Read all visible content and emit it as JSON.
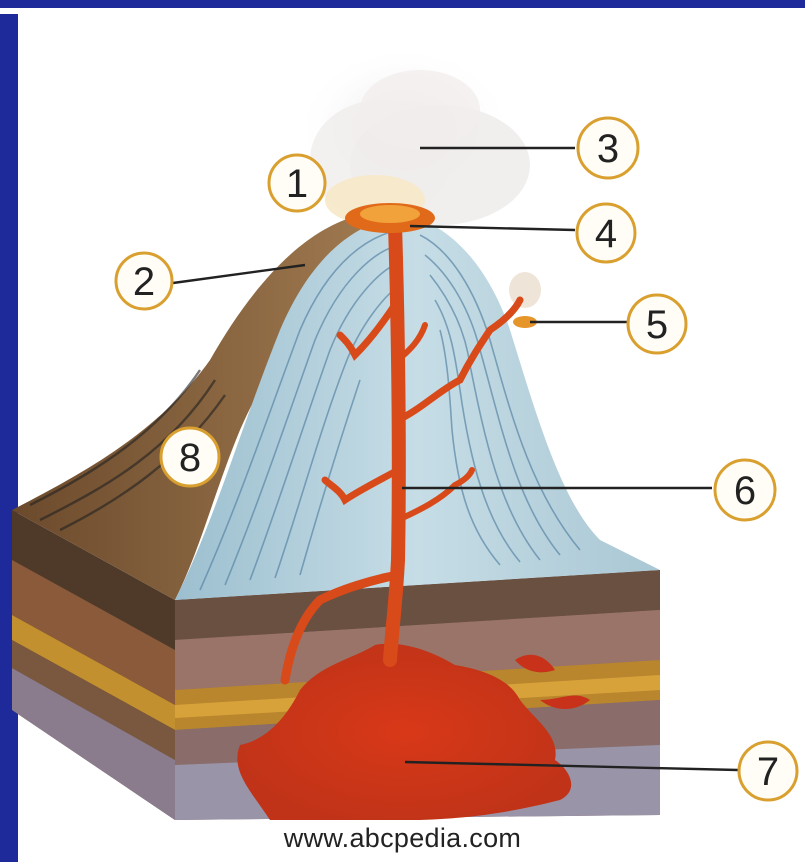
{
  "diagram": {
    "labels": [
      {
        "key": "1",
        "text": "1"
      },
      {
        "key": "2",
        "text": "2"
      },
      {
        "key": "3",
        "text": "3"
      },
      {
        "key": "4",
        "text": "4"
      },
      {
        "key": "5",
        "text": "5"
      },
      {
        "key": "6",
        "text": "6"
      },
      {
        "key": "7",
        "text": "7"
      },
      {
        "key": "8",
        "text": "8"
      }
    ],
    "watermark": "www.abcpedia.com"
  },
  "colors": {
    "frame_blue": "#1f2a9a",
    "lava": "#d83a10",
    "magma": "#c8321a",
    "ash_cloud": "#ece8e8",
    "cone_inner": "#b8d2dc",
    "cone_outer": "#8a6a3a",
    "label_ring": "#d9a030"
  }
}
